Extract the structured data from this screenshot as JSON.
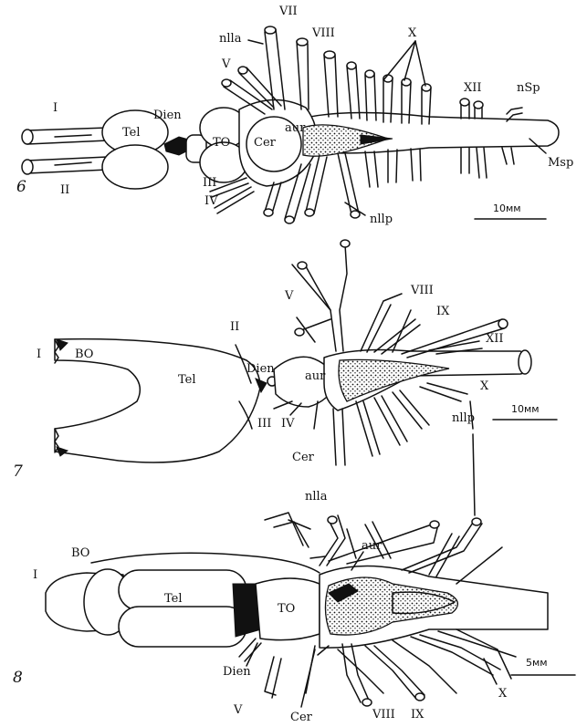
{
  "panels": [
    {
      "number": "6",
      "labels": {
        "VII": "VII",
        "nlla": "nlla",
        "VIII": "VIII",
        "X": "X",
        "V": "V",
        "XII": "XII",
        "nSp": "nSp",
        "I": "I",
        "Tel": "Tel",
        "Dien": "Dien",
        "TO": "TO",
        "Cer": "Cer",
        "aur": "aur",
        "Msp": "Msp",
        "II": "II",
        "III": "III",
        "IV": "IV",
        "nllp": "nllp"
      },
      "scale": "10мм"
    },
    {
      "number": "7",
      "labels": {
        "V": "V",
        "VIII": "VIII",
        "IX": "IX",
        "XII": "XII",
        "I": "I",
        "BO": "BO",
        "II": "II",
        "Dien": "Dien",
        "Tel": "Tel",
        "aur": "aur",
        "X": "X",
        "III": "III",
        "IV": "IV",
        "Cer": "Cer",
        "nllp": "nllp"
      },
      "scale": "10мм"
    },
    {
      "number": "8",
      "labels": {
        "nlla": "nlla",
        "aur": "aur",
        "BO": "BO",
        "I": "I",
        "Tel": "Tel",
        "TO": "TO",
        "Dien": "Dien",
        "V": "V",
        "Cer": "Cer",
        "VIII": "VIII",
        "IX": "IX",
        "X": "X"
      },
      "scale": "5мм"
    }
  ]
}
